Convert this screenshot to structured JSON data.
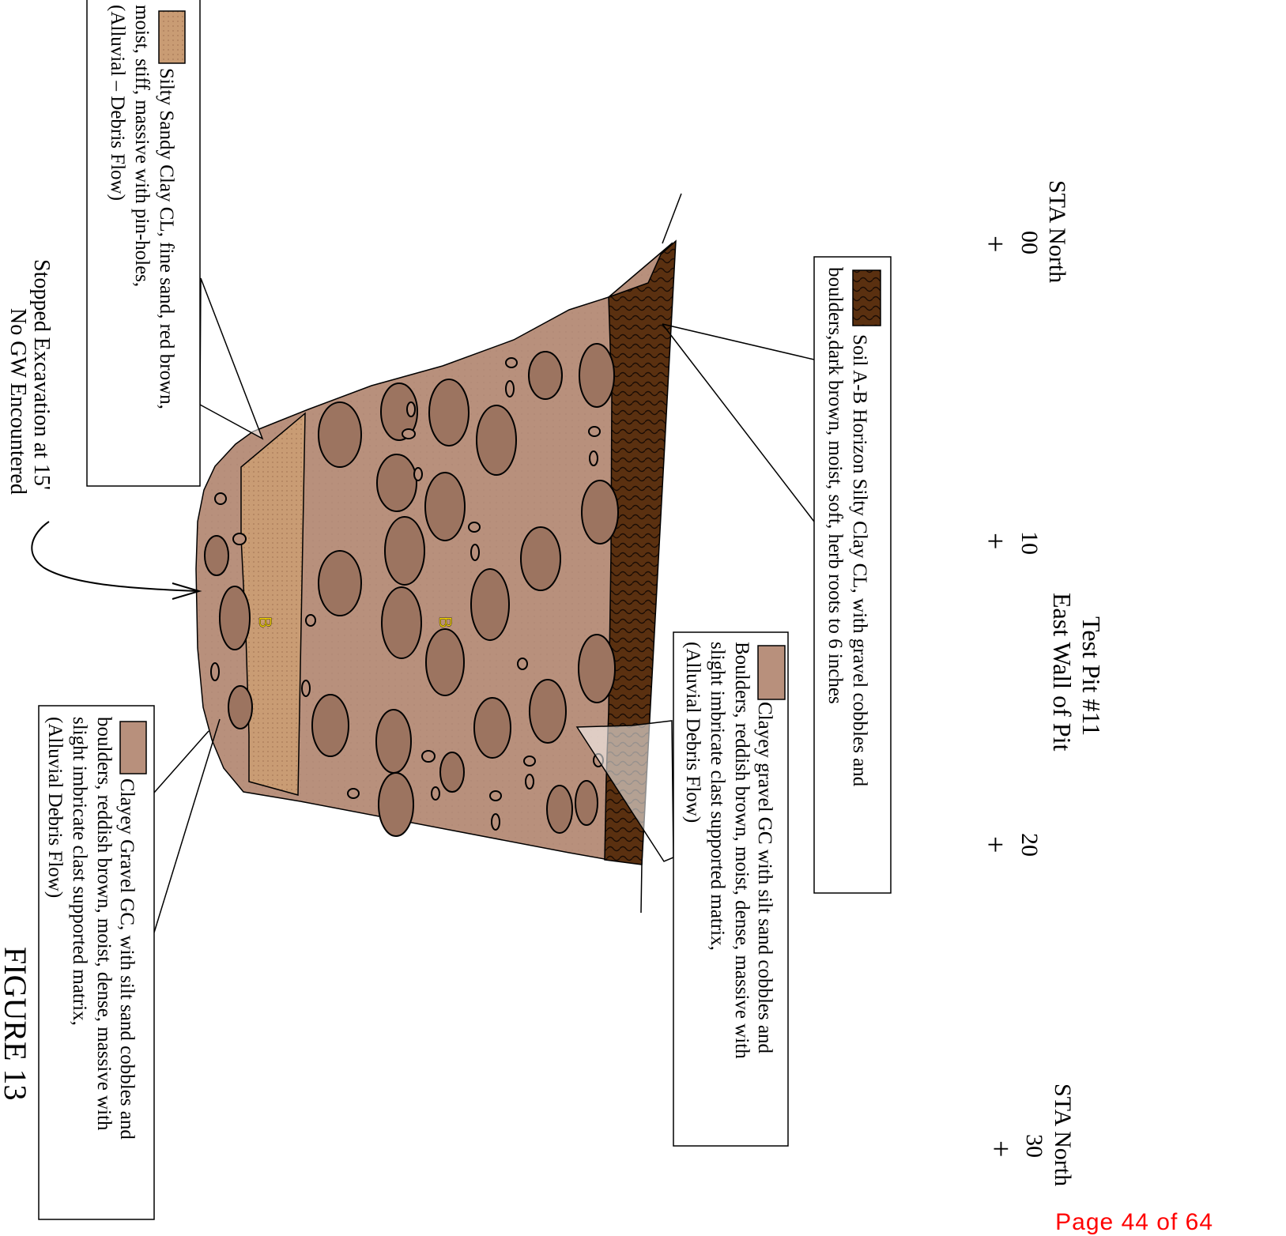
{
  "figure": {
    "title": "Test Pit #11",
    "subtitle": "East Wall of Pit",
    "figure_label": "FIGURE 13",
    "station_start": "STA North",
    "station_end": "STA North",
    "tick_labels": [
      "00",
      "10",
      "20",
      "30"
    ],
    "tick_marker": "+",
    "page_number": "Page 44 of 64"
  },
  "layer_markers": [
    "B",
    "B"
  ],
  "legend": {
    "soil_horizon": {
      "lines": [
        "Soil A-B Horizon Silty  Clay CL, with gravel cobbles  and",
        "boulders,dark brown,  moist, soft, herb roots to 6 inches"
      ],
      "swatch_color": "#5a3010"
    },
    "clayey_gravel_upper": {
      "lines": [
        "Clayey gravel GC with silt sand cobbles and",
        "Boulders, reddish brown, moist, dense, massive with",
        "slight imbricate clast supported matrix,",
        "(Alluvial Debris Flow)"
      ],
      "swatch_color": "#b8907c"
    },
    "silty_sandy_clay": {
      "lines": [
        "Silty Sandy Clay CL, fine sand, red brown,",
        "moist, stiff, massive with pin-holes,",
        "(Alluvial – Debris Flow)"
      ],
      "swatch_color": "#c99c74"
    },
    "clayey_gravel_lower": {
      "lines": [
        "Clayey Gravel GC, with silt sand cobbles and",
        "boulders, reddish brown, moist, dense, massive with",
        "slight imbricate clast supported matrix,",
        "(Alluvial Debris Flow)"
      ],
      "swatch_color": "#b8907c"
    }
  },
  "annotation": {
    "lines": [
      "Stopped Excavation at 15'",
      "No GW Encountered"
    ]
  },
  "colors": {
    "gravel_fill": "#b8907c",
    "clay_band_fill": "#c99c74",
    "soil_fill": "#5a3010",
    "cobble_fill": "#9c7460",
    "marker_text": "#f0d000",
    "page_number": "#ff0000"
  }
}
